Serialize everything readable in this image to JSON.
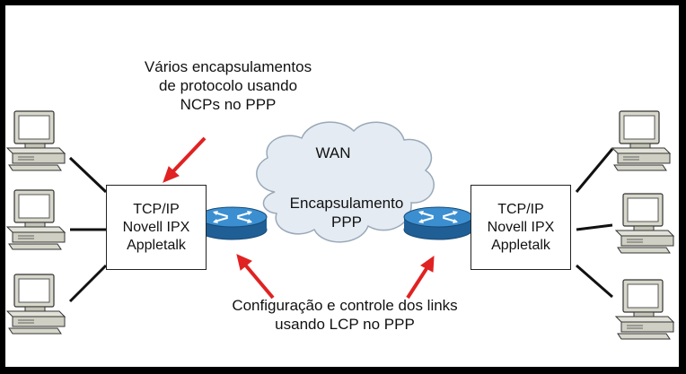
{
  "annotations": {
    "top_lines": [
      "Vários encapsulamentos",
      "de protocolo usando",
      "NCPs no PPP"
    ],
    "bottom_lines": [
      "Configuração e controle dos links",
      "usando LCP no PPP"
    ]
  },
  "cloud": {
    "label": "WAN",
    "center_lines": [
      "Encapsulamento",
      "PPP"
    ]
  },
  "protocol_boxes": {
    "left": [
      "TCP/IP",
      "Novell IPX",
      "Appletalk"
    ],
    "right": [
      "TCP/IP",
      "Novell IPX",
      "Appletalk"
    ]
  },
  "icons": {
    "computer": "desktop-computer-icon",
    "router": "router-icon",
    "arrow": "red-arrow-icon"
  },
  "colors": {
    "arrow": "#e02222",
    "router_top": "#2f7fc1",
    "router_side": "#1f5f96",
    "cloud": "#dfe8f2",
    "computer_case": "#d4d4c8"
  }
}
